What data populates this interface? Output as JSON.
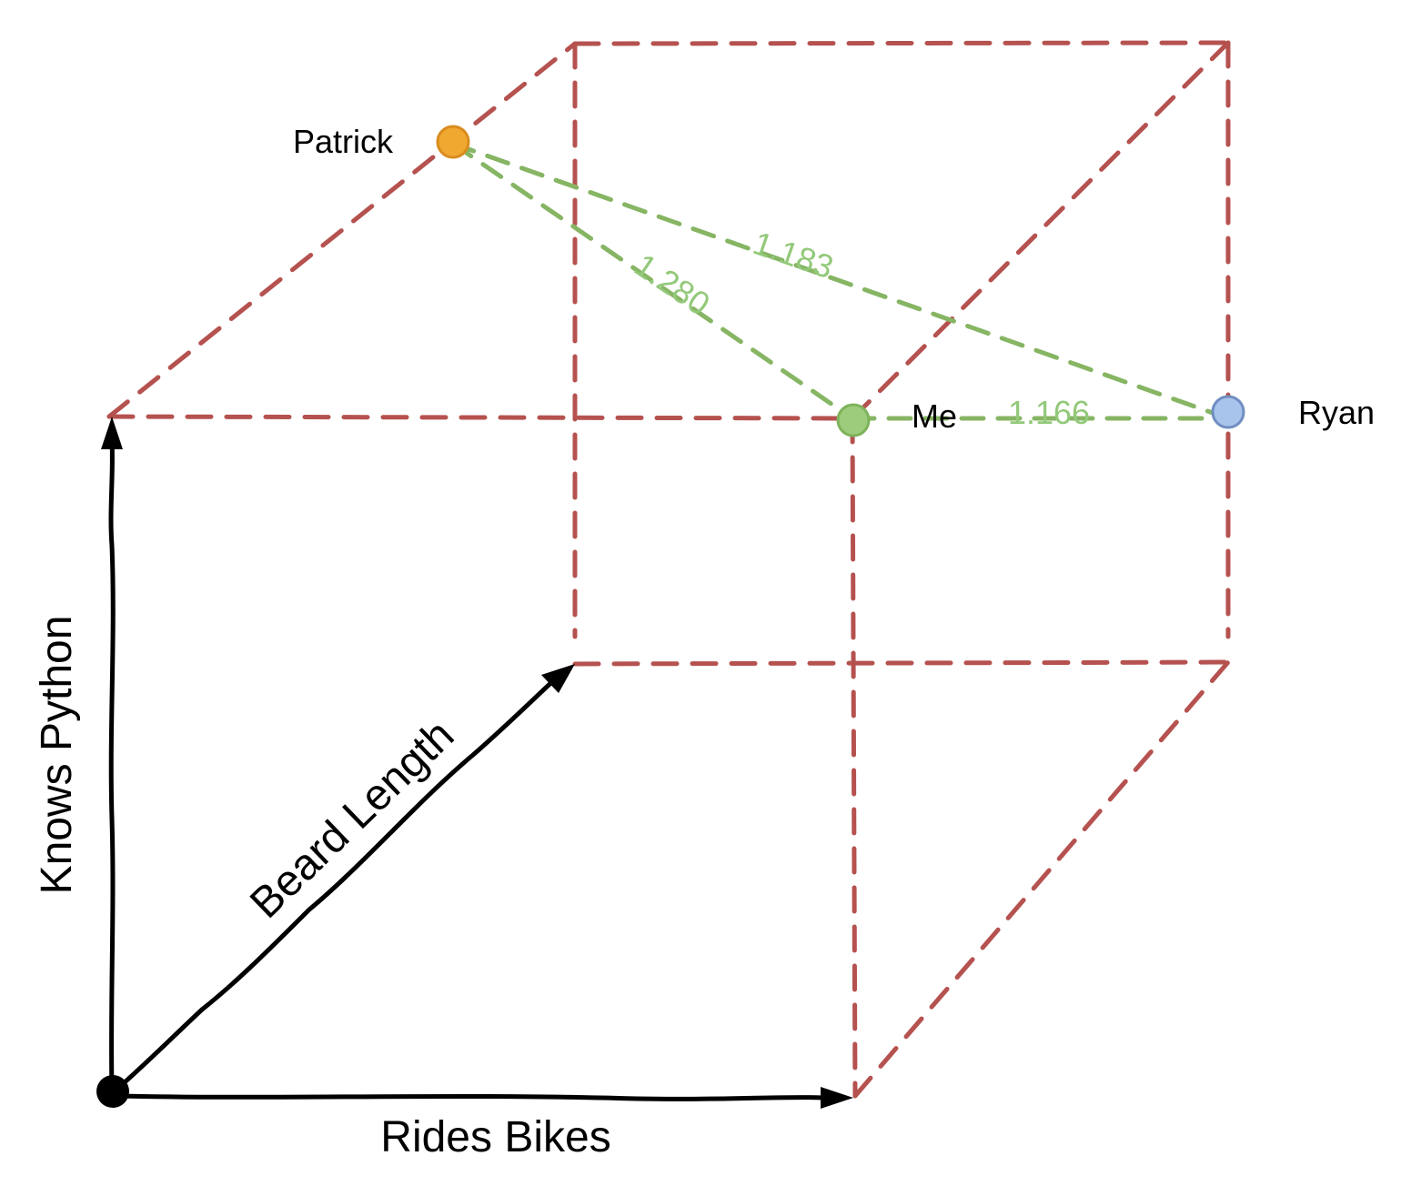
{
  "axes": {
    "vertical": "Knows Python",
    "diagonal": "Beard Length",
    "horizontal": "Rides Bikes"
  },
  "people": {
    "patrick": {
      "label": "Patrick",
      "color": "#f0a830"
    },
    "me": {
      "label": "Me",
      "color": "#9ccc7c"
    },
    "ryan": {
      "label": "Ryan",
      "color": "#a9c4ec"
    }
  },
  "distances": {
    "patrick_me": "1.280",
    "patrick_ryan": "1.183",
    "me_ryan": "1.166"
  },
  "colors": {
    "cube_edges": "#b5524f",
    "distance_lines": "#86b563",
    "distance_labels": "#93c97a",
    "axes": "#000000"
  }
}
